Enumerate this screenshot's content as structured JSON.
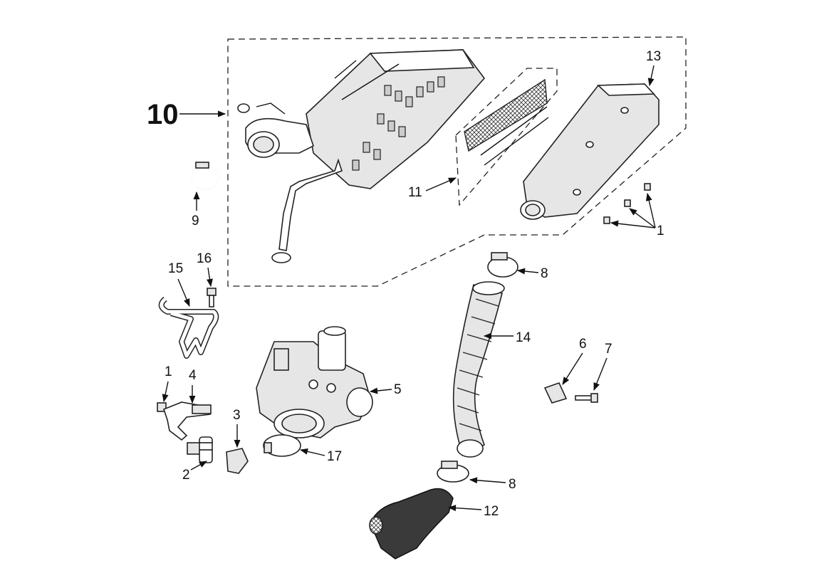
{
  "labels": {
    "l10": "10",
    "l13": "13",
    "l11": "11",
    "l9": "9",
    "l1a": "1",
    "l15": "15",
    "l16": "16",
    "l8a": "8",
    "l14": "14",
    "l6": "6",
    "l7": "7",
    "l1b": "1",
    "l4": "4",
    "l3": "3",
    "l2": "2",
    "l5": "5",
    "l17": "17",
    "l8b": "8",
    "l12": "12"
  },
  "colors": {
    "line": "#111111",
    "part_fill": "#e6e6e6",
    "dark_fill": "#3a3a3a"
  }
}
